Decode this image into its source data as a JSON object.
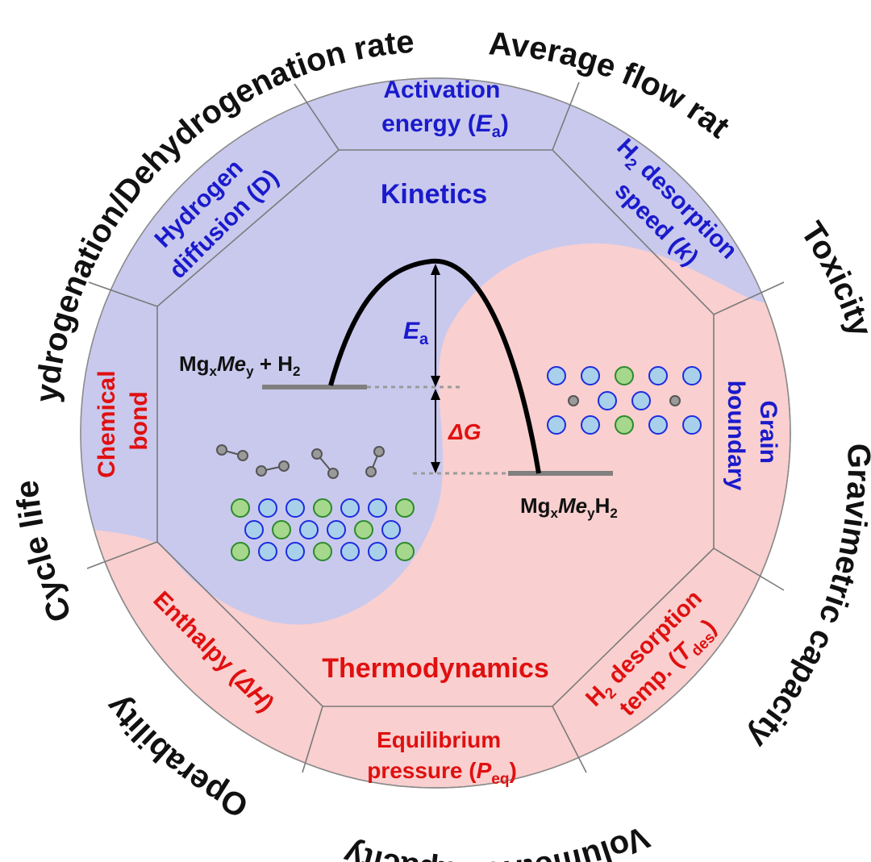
{
  "outer_ring": {
    "hydrogenation_rates": "Hydrogenation/Dehydrogenation rates",
    "average_flow_rate": "Average flow rate",
    "toxicity": "Toxicity",
    "gravimetric_capacity": "Gravimetric capacity",
    "volumetric_capacity": "Volumetric capacity",
    "operability": "Operability",
    "cycle_life": "Cycle life"
  },
  "kinetics": {
    "title": "Kinetics",
    "activation_line1": "Activation",
    "activation_line2": "energy (",
    "activation_sym": "E",
    "activation_sub": "a",
    "activation_close": ")",
    "diffusion_line1": "Hydrogen",
    "diffusion_line2": "diffusion (D)",
    "speed_h": "H",
    "speed_h_sub": "2",
    "speed_line1_rest": " desorption",
    "speed_line2": "speed (",
    "speed_sym": "k",
    "speed_close": ")",
    "grain_line1": "Grain",
    "grain_line2": "boundary"
  },
  "thermodynamics": {
    "title": "Thermodynamics",
    "chemical_line1": "Chemical",
    "chemical_line2": "bond",
    "enthalpy_text": "Enthalpy (",
    "enthalpy_sym": "ΔH",
    "enthalpy_close": ")",
    "equilibrium_line1": "Equilibrium",
    "equilibrium_line2": "pressure (",
    "equilibrium_sym": "P",
    "equilibrium_sub": "eq",
    "equilibrium_close": ")",
    "temp_h": "H",
    "temp_h_sub": "2",
    "temp_line1_rest": " desorption",
    "temp_line2": "temp. (",
    "temp_sym": "T",
    "temp_sub": "des",
    "temp_close": ")"
  },
  "energy_diagram": {
    "ea_sym": "E",
    "ea_sub": "a",
    "dg": "ΔG",
    "reactant_mg": "Mg",
    "reactant_x": "x",
    "reactant_me": "Me",
    "reactant_y": "y",
    "reactant_plus": " + H",
    "reactant_2": "2",
    "product_mg": "Mg",
    "product_x": "x",
    "product_me": "Me",
    "product_y": "y",
    "product_h": "H",
    "product_2": "2"
  },
  "colors": {
    "kinetics_fill": "#c9c9ee",
    "thermo_fill": "#f9cfcf",
    "kinetics_text": "#1a1acc",
    "thermo_text": "#e01010",
    "atom_blue_fill": "#a9d0ea",
    "atom_blue_stroke": "#1c2be0",
    "atom_green_fill": "#a5d78c",
    "atom_green_stroke": "#2c8a2c",
    "hydrogen_fill": "#9a9a9a"
  }
}
